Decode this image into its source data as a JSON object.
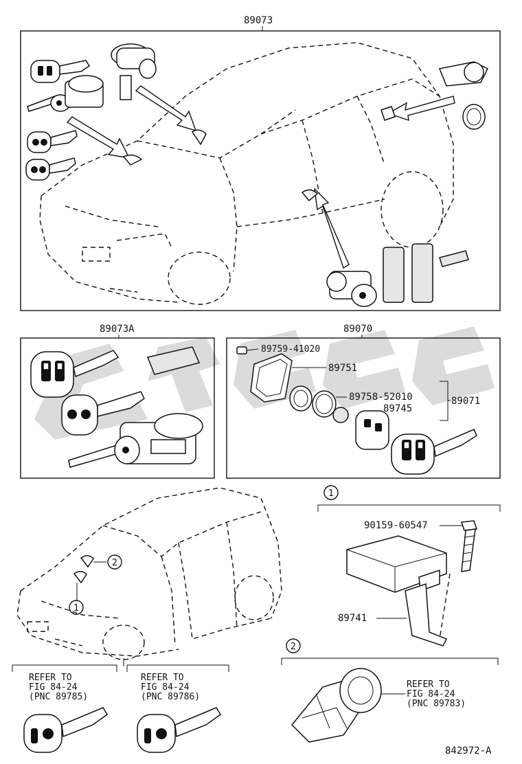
{
  "labels": {
    "top_group": "89073",
    "group_a": "89073A",
    "group_b": "89070",
    "p_89759": "89759-41020",
    "p_89751": "89751",
    "p_89758": "89758-52010",
    "p_89745": "89745",
    "p_89071": "89071",
    "p_90159": "90159-60547",
    "p_89741": "89741",
    "diagram_code": "842972-A"
  },
  "callouts": {
    "c1": "1",
    "c2": "2",
    "detail_1": "1",
    "detail_2": "2"
  },
  "refs": {
    "left": {
      "line1": "REFER TO",
      "line2": "FIG 84-24",
      "line3": "(PNC 89785)"
    },
    "mid": {
      "line1": "REFER TO",
      "line2": "FIG 84-24",
      "line3": "(PNC 89786)"
    },
    "right": {
      "line1": "REFER TO",
      "line2": "FIG 84-24",
      "line3": "(PNC 89783)"
    }
  }
}
